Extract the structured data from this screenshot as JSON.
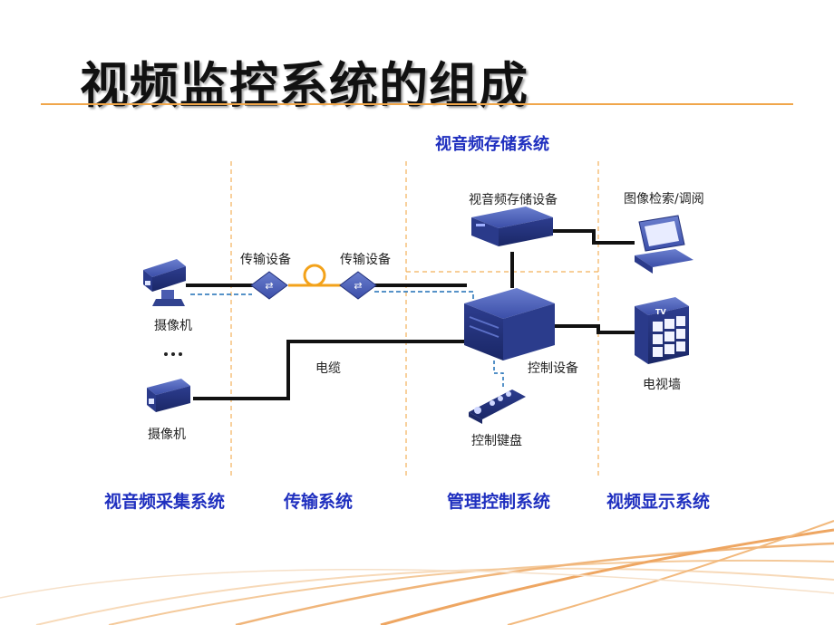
{
  "slide": {
    "title": "视频监控系统的组成"
  },
  "diagram": {
    "top_system_label": "视音频存储系统",
    "bottom_system_labels": {
      "capture": "视音频采集系统",
      "transmission": "传输系统",
      "control": "管理控制系统",
      "display": "视频显示系统"
    },
    "device_labels": {
      "camera_top": "摄像机",
      "camera_bottom": "摄像机",
      "ellipsis": "…",
      "transmitter_left": "传输设备",
      "transmitter_right": "传输设备",
      "cable": "电缆",
      "storage": "视音频存储设备",
      "controller": "控制设备",
      "keyboard": "控制键盘",
      "retrieval": "图像检索/调阅",
      "video_wall": "电视墙",
      "tv_badge": "TV"
    }
  }
}
